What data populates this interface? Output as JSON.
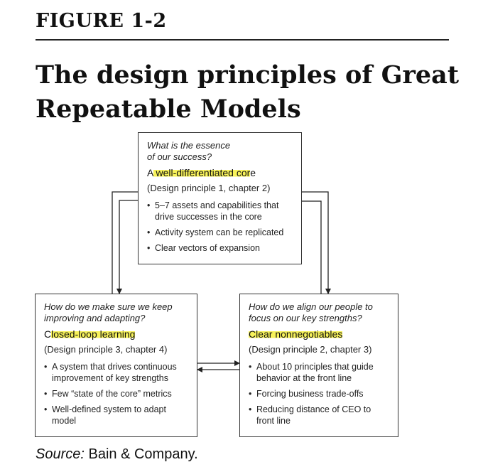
{
  "figure_label": "FIGURE 1-2",
  "title_lines": [
    "The design principles of Great",
    "Repeatable Models"
  ],
  "boxes": {
    "top": {
      "question_lines": [
        "What is the essence",
        "of our success?"
      ],
      "principle_prefix": "A",
      "principle_highlight": " well-differentiated cor",
      "principle_suffix": "e",
      "reference": "(Design principle 1, chapter 2)",
      "bullets": [
        [
          "5–7 assets and capabilities that",
          "drive successes in the core"
        ],
        [
          "Activity system can be replicated"
        ],
        [
          "Clear vectors of expansion"
        ]
      ]
    },
    "left": {
      "question_lines": [
        "How do we make sure we keep",
        "improving and adapting?"
      ],
      "principle_prefix": "C",
      "principle_highlight": "losed-loop learning",
      "principle_suffix": "",
      "reference": "(Design principle 3, chapter 4)",
      "bullets": [
        [
          "A system that drives continuous",
          "improvement of key strengths"
        ],
        [
          "Few “state of the core” metrics"
        ],
        [
          "Well-defined system to adapt",
          "model"
        ]
      ]
    },
    "right": {
      "question_lines": [
        "How do we align our people to",
        "focus on our key strengths?"
      ],
      "principle_prefix": "",
      "principle_highlight": "Clear nonnegotiables",
      "principle_suffix": "",
      "reference": "(Design principle 2, chapter 3)",
      "bullets": [
        [
          "About 10 principles that guide",
          "behavior at the front line"
        ],
        [
          "Forcing business trade-offs"
        ],
        [
          "Reducing distance of CEO to",
          "front line"
        ]
      ]
    }
  },
  "highlight_color": "#f7f25a",
  "source_label": "Source:",
  "source_text": " Bain & Company."
}
